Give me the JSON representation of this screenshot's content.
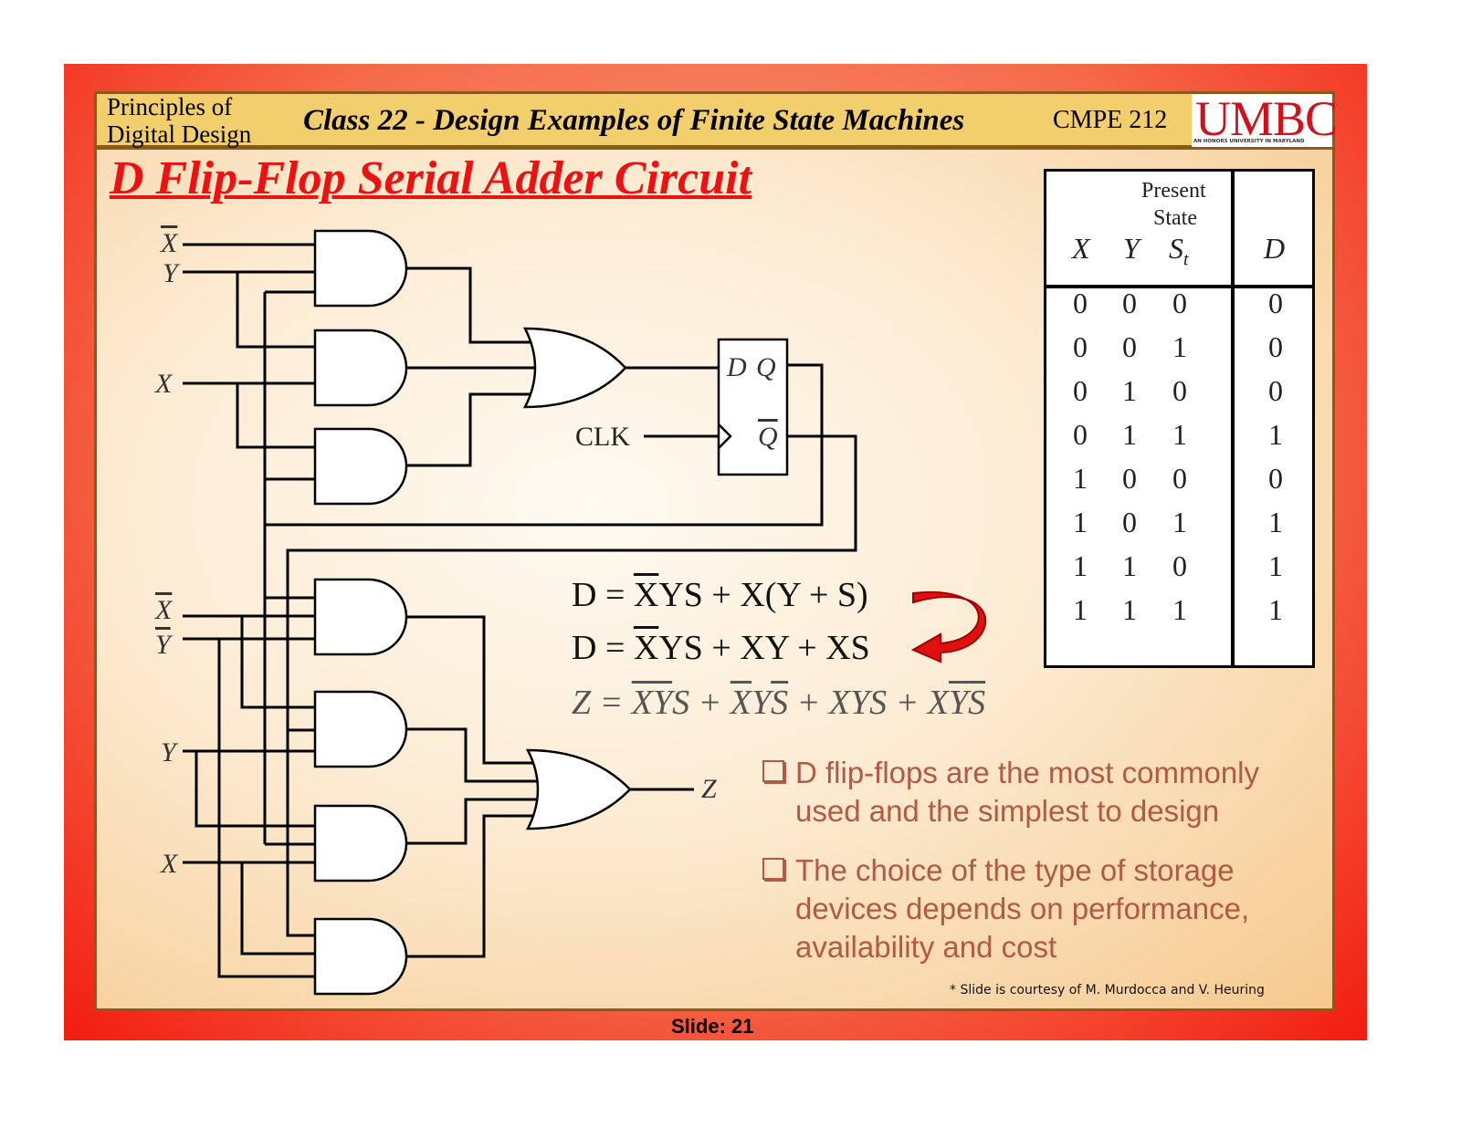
{
  "header": {
    "course_line1": "Principles of",
    "course_line2": "Digital Design",
    "class_title": "Class 22 - Design Examples of Finite State Machines",
    "course_code": "CMPE 212",
    "logo_text": "UMBC",
    "logo_tagline": "AN HONORS UNIVERSITY IN MARYLAND"
  },
  "slide_title": "D Flip-Flop Serial Adder Circuit",
  "circuit": {
    "inputs_top": [
      {
        "label": "X",
        "bar": true
      },
      {
        "label": "Y",
        "bar": false
      },
      {
        "label": "X",
        "bar": false
      }
    ],
    "inputs_bottom": [
      {
        "label": "X",
        "bar": true
      },
      {
        "label": "Y",
        "bar": true
      },
      {
        "label": "Y",
        "bar": false
      },
      {
        "label": "X",
        "bar": false
      }
    ],
    "ff_d": "D",
    "ff_q": "Q",
    "ff_qbar": "Q",
    "clk_label": "CLK",
    "output_label": "Z",
    "accent_color": "#e01010"
  },
  "equations": {
    "d1": [
      {
        "t": "D = ",
        "o": false
      },
      {
        "t": "X",
        "o": true
      },
      {
        "t": "YS + X(Y + S)",
        "o": false
      }
    ],
    "d2": [
      {
        "t": "D = ",
        "o": false
      },
      {
        "t": "X",
        "o": true
      },
      {
        "t": "YS + XY + XS",
        "o": false
      }
    ],
    "z": [
      {
        "t": "Z = ",
        "o": false
      },
      {
        "t": "X",
        "o": true
      },
      {
        "t": "Y",
        "o": true
      },
      {
        "t": "S + ",
        "o": false
      },
      {
        "t": "X",
        "o": true
      },
      {
        "t": "Y",
        "o": false
      },
      {
        "t": "S",
        "o": true
      },
      {
        "t": " + XYS + X",
        "o": false
      },
      {
        "t": "Y",
        "o": true
      },
      {
        "t": "S",
        "o": true
      }
    ]
  },
  "truth_table": {
    "group_header_line1": "Present",
    "group_header_line2": "State",
    "columns": [
      "X",
      "Y",
      "S",
      "D"
    ],
    "s_subscript": "t",
    "rows": [
      [
        "0",
        "0",
        "0",
        "0"
      ],
      [
        "0",
        "0",
        "1",
        "0"
      ],
      [
        "0",
        "1",
        "0",
        "0"
      ],
      [
        "0",
        "1",
        "1",
        "1"
      ],
      [
        "1",
        "0",
        "0",
        "0"
      ],
      [
        "1",
        "0",
        "1",
        "1"
      ],
      [
        "1",
        "1",
        "0",
        "1"
      ],
      [
        "1",
        "1",
        "1",
        "1"
      ]
    ]
  },
  "bullets": [
    "D flip-flops are the most commonly used and the simplest to design",
    "The choice of the type of storage devices depends on performance, availability and cost"
  ],
  "credit": "* Slide is courtesy of  M. Murdocca and V. Heuring",
  "slide_number": "Slide: 21"
}
